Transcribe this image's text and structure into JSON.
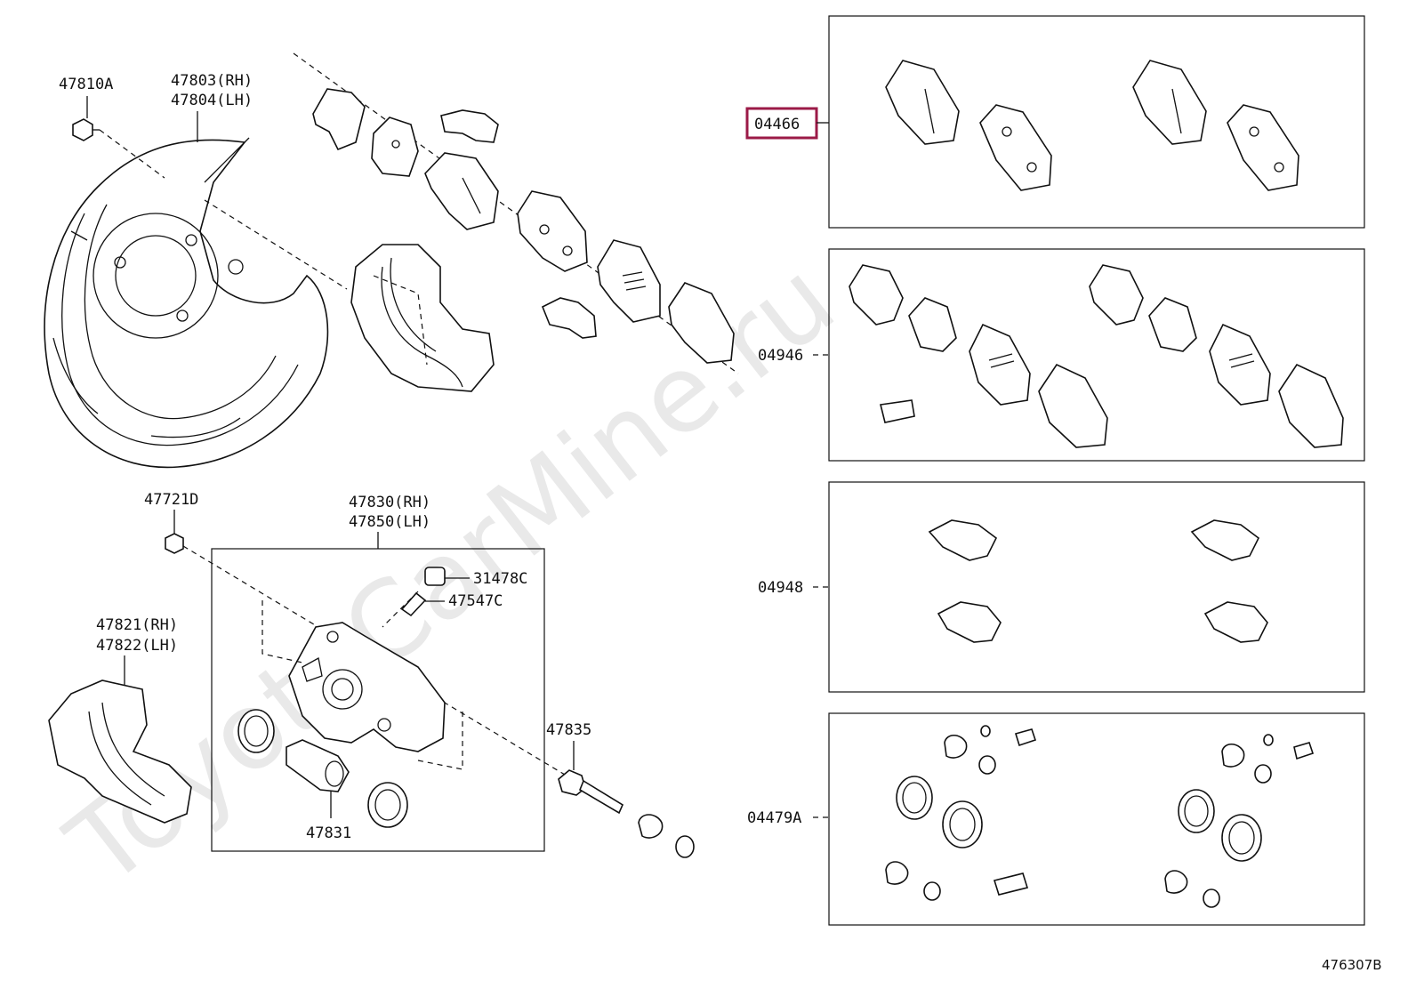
{
  "watermark": "ToyotaCarMine.ru",
  "diagram_code": "476307B",
  "highlight_color": "#9b1a47",
  "labels": {
    "dust_cover_bolt": "47810A",
    "dust_cover_rh": "47803(RH)",
    "dust_cover_lh": "47804(LH)",
    "bleeder_bolt": "47721D",
    "caliper_rh": "47830(RH)",
    "caliper_lh": "47850(LH)",
    "plug_cap": "31478C",
    "bleeder_plug": "47547C",
    "mounting_rh": "47821(RH)",
    "mounting_lh": "47822(LH)",
    "slide_pin": "47835",
    "piston": "47831",
    "pad_kit": "04466",
    "shim_kit": "04946",
    "fitting_kit": "04948",
    "cylinder_kit": "04479A"
  }
}
